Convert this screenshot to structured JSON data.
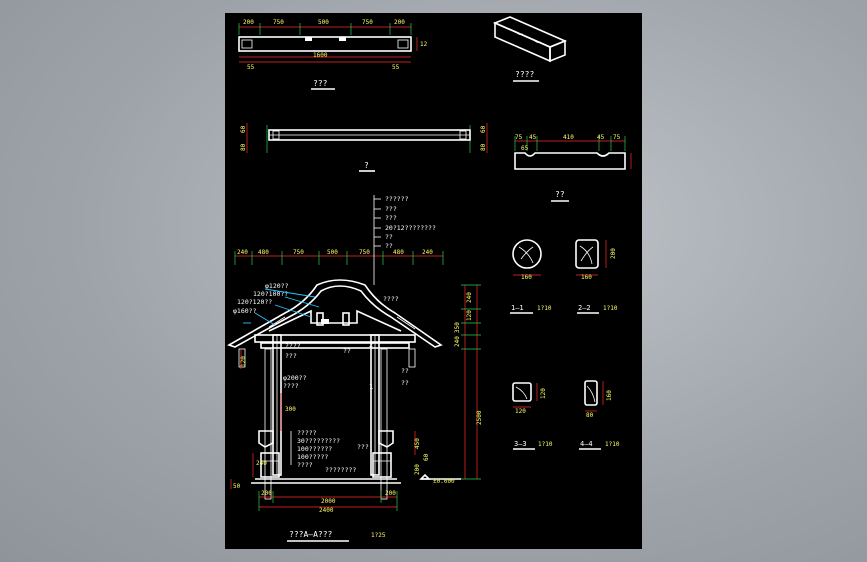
{
  "titles": {
    "top_view": "???",
    "iso_view": "????",
    "beam": "?",
    "side_view": "??",
    "section_aa": "???A–A???",
    "section_aa_scale": "1?25"
  },
  "sections": {
    "s11": "1–1",
    "s11_scale": "1?10",
    "s22": "2–2",
    "s22_scale": "1?10",
    "s33": "3–3",
    "s33_scale": "1?10",
    "s44": "4–4",
    "s44_scale": "1?10"
  },
  "dims": {
    "top": [
      "200",
      "750",
      "500",
      "750",
      "200"
    ],
    "top_total": "1600",
    "top_small_left": "55",
    "top_small_right": "55",
    "top_side": "12",
    "side_top": [
      "75",
      "45",
      "410",
      "45",
      "75"
    ],
    "side_bottom": "65",
    "roof": [
      "240",
      "480",
      "750",
      "500",
      "750",
      "480",
      "240"
    ],
    "right_vertical": [
      "240",
      "120",
      "350",
      "240",
      "2500"
    ],
    "bottom_inner": "2000",
    "bottom_left": "200",
    "bottom_right": "200",
    "bottom_total": "2400",
    "left_vertical": "120",
    "mid_vertical": "300",
    "right_mid": "450",
    "right_low": "60",
    "right_bottom": "200",
    "left_low": "240",
    "left_base": "50",
    "s11_w": "160",
    "s22_w": "160",
    "s22_h": "200",
    "s33_w": "120",
    "s33_h": "120",
    "s44_w": "80",
    "s44_h": "160",
    "beam_left_a": "60",
    "beam_left_b": "80",
    "beam_right_a": "60",
    "beam_right_b": "80",
    "elevation": "±0.000"
  },
  "labels": {
    "legend": [
      "??????",
      "???",
      "???",
      "20?12????????",
      "??",
      "??"
    ],
    "l1": "φ120??",
    "l2": "120?100??",
    "l3": "120?120??",
    "l4": "φ160??",
    "l5": "????",
    "l6": "??",
    "l7": "????",
    "l8": "???",
    "l9": "??",
    "l10": "φ200??",
    "l11": "????",
    "l12": "??",
    "mark1": "1",
    "mark2": "2",
    "layers": [
      "?????",
      "30?????????",
      "100??????",
      "100?????",
      "????"
    ],
    "floor": "????????",
    "ground": "???"
  },
  "colors": {
    "background": "#000000",
    "lines": "#ffffff",
    "dimension": "#ff2a2a",
    "extension": "#25d04a",
    "text": "#ffff66",
    "leader": "#22c8ff"
  }
}
